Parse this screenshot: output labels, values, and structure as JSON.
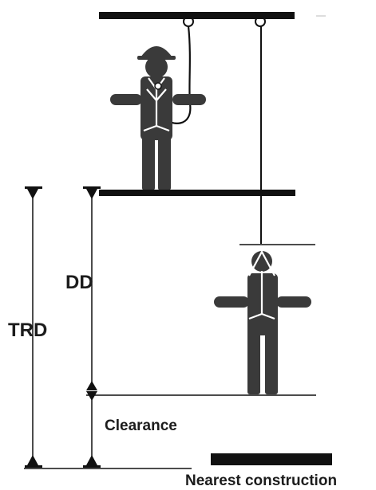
{
  "labels": {
    "dd": "DD",
    "trd": "TRD",
    "clearance": "Clearance",
    "nearest_construction": "Nearest construction"
  },
  "colors": {
    "figure": "#3a3a3a",
    "line": "#111111",
    "background": "#ffffff"
  },
  "icons": {
    "worker_top": "standing-worker-with-harness-icon",
    "worker_falling": "suspended-worker-in-harness-icon"
  }
}
